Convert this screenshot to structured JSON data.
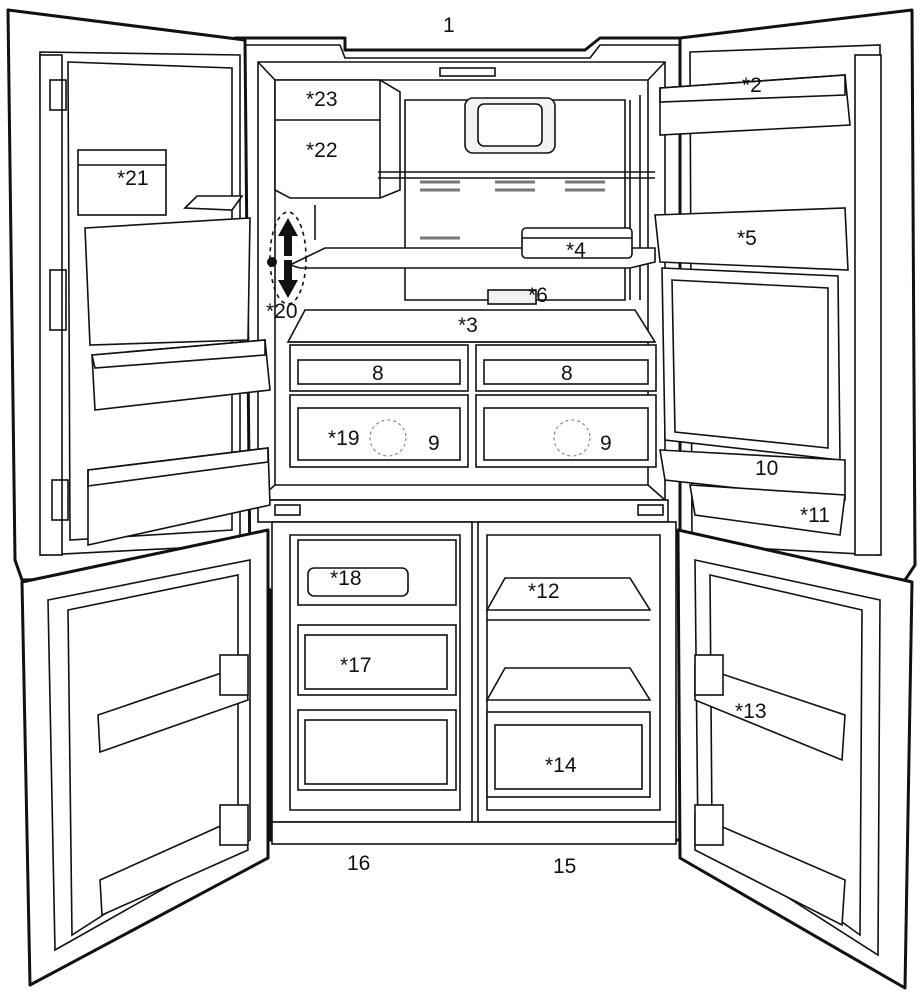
{
  "diagram": {
    "labels": {
      "l1": "1",
      "l2": "*2",
      "l3": "*3",
      "l4": "*4",
      "l5": "*5",
      "l6": "*6",
      "l8a": "8",
      "l8b": "8",
      "l9a": "9",
      "l9b": "9",
      "l10": "10",
      "l11": "*11",
      "l12": "*12",
      "l13": "*13",
      "l14": "*14",
      "l15": "15",
      "l16": "16",
      "l17": "*17",
      "l18": "*18",
      "l19": "*19",
      "l20": "*20",
      "l21": "*21",
      "l22": "*22",
      "l23": "*23"
    },
    "colors": {
      "line": "#111111",
      "background": "#ffffff",
      "shade": "#777777"
    }
  }
}
